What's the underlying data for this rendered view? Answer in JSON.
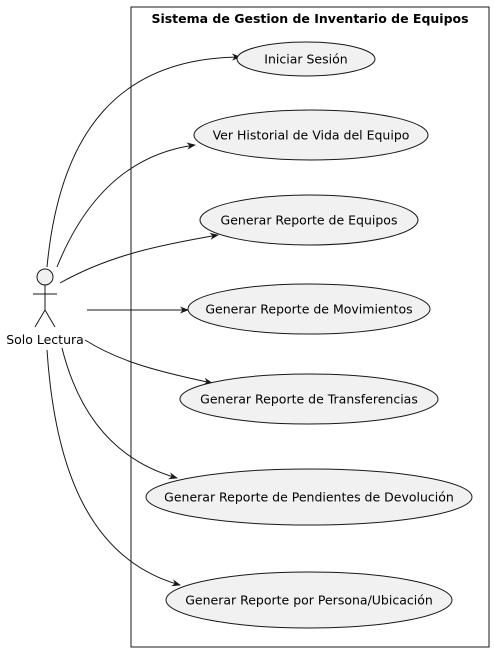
{
  "diagram": {
    "system_title": "Sistema de Gestion de Inventario de Equipos",
    "actor": {
      "label": "Solo Lectura"
    },
    "use_cases": [
      {
        "id": "uc-login",
        "label": "Iniciar Sesión"
      },
      {
        "id": "uc-historial",
        "label": "Ver Historial de Vida del Equipo"
      },
      {
        "id": "uc-rep-equipos",
        "label": "Generar Reporte de Equipos"
      },
      {
        "id": "uc-rep-movimientos",
        "label": "Generar Reporte de Movimientos"
      },
      {
        "id": "uc-rep-transferencias",
        "label": "Generar Reporte de Transferencias"
      },
      {
        "id": "uc-rep-pendientes",
        "label": "Generar Reporte de Pendientes de Devolución"
      },
      {
        "id": "uc-rep-persona",
        "label": "Generar Reporte por Persona/Ubicación"
      }
    ],
    "colors": {
      "ellipse_fill": "#f1f1f1",
      "stroke": "#181818",
      "background": "#ffffff"
    }
  }
}
